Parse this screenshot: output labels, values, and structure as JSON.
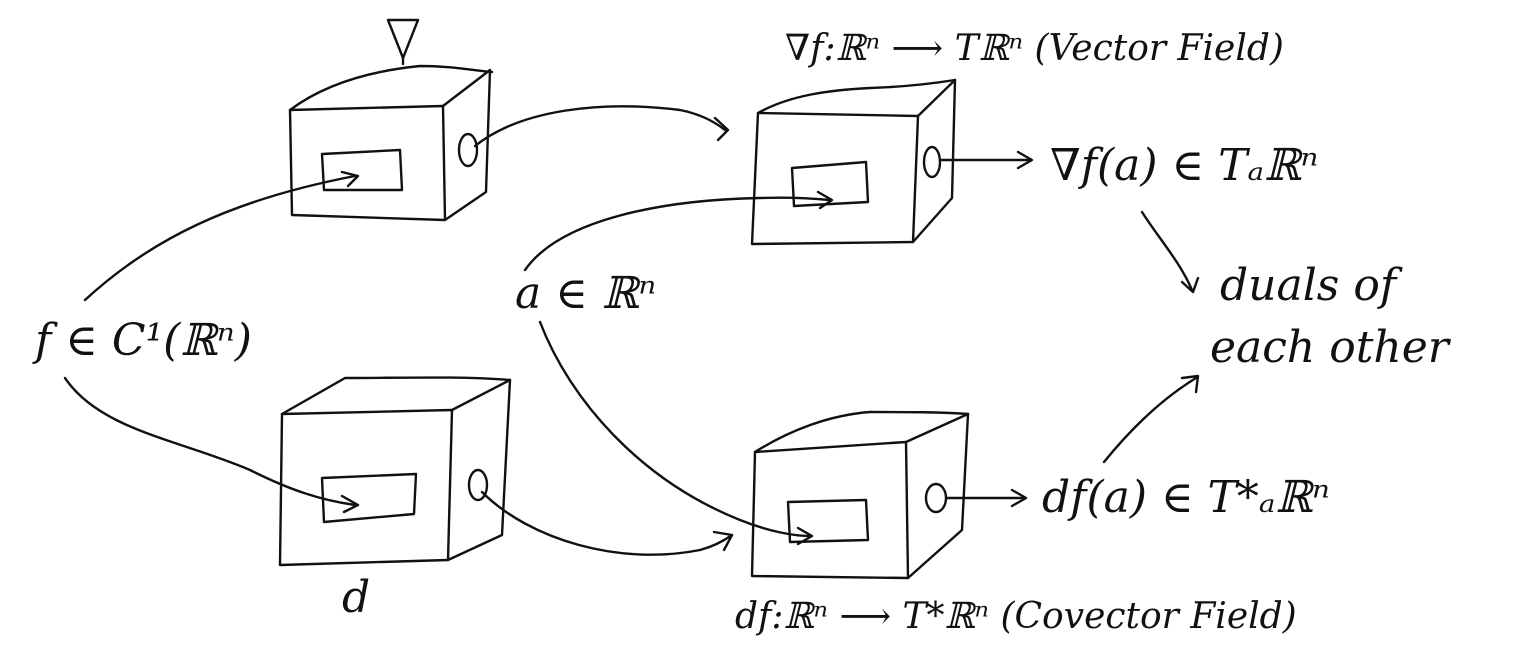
{
  "labels": {
    "grad_operator": "∇",
    "grad_field": "∇f:ℝⁿ ⟶ Tℝⁿ (Vector Field)",
    "grad_value": "∇f(a) ∈ Tₐℝⁿ",
    "function": "f ∈ C¹(ℝⁿ)",
    "point": "a ∈ ℝⁿ",
    "duals_line1": "duals of",
    "duals_line2": "each other",
    "diff_operator": "d",
    "diff_value": "df(a) ∈ T*ₐℝⁿ",
    "diff_field": "df:ℝⁿ ⟶ T*ℝⁿ (Covector Field)"
  }
}
